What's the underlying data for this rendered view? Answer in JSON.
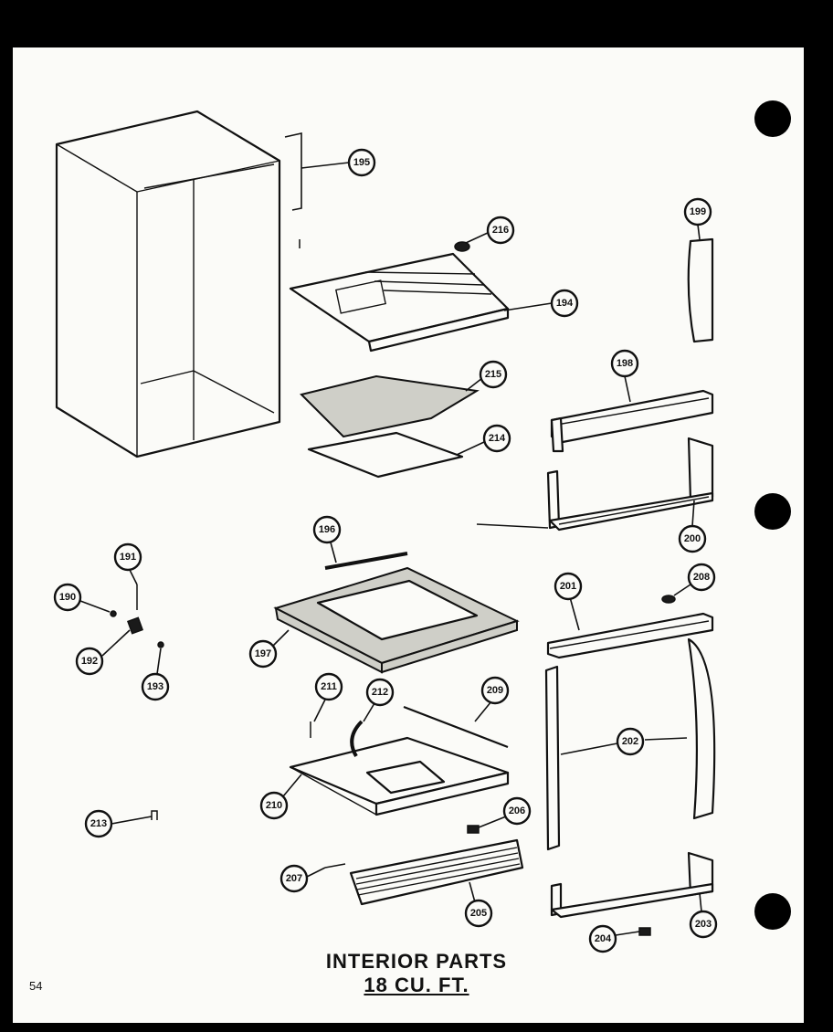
{
  "title": {
    "line1": "INTERIOR PARTS",
    "line2": "18 CU. FT."
  },
  "page_number": "54",
  "callouts": {
    "c195": "195",
    "c216": "216",
    "c194": "194",
    "c199": "199",
    "c215": "215",
    "c198": "198",
    "c214": "214",
    "c200": "200",
    "c196": "196",
    "c191": "191",
    "c190": "190",
    "c192": "192",
    "c193": "193",
    "c197": "197",
    "c201": "201",
    "c208": "208",
    "c211": "211",
    "c212": "212",
    "c209": "209",
    "c202": "202",
    "c210": "210",
    "c213": "213",
    "c206": "206",
    "c207": "207",
    "c205": "205",
    "c204": "204",
    "c203": "203"
  }
}
